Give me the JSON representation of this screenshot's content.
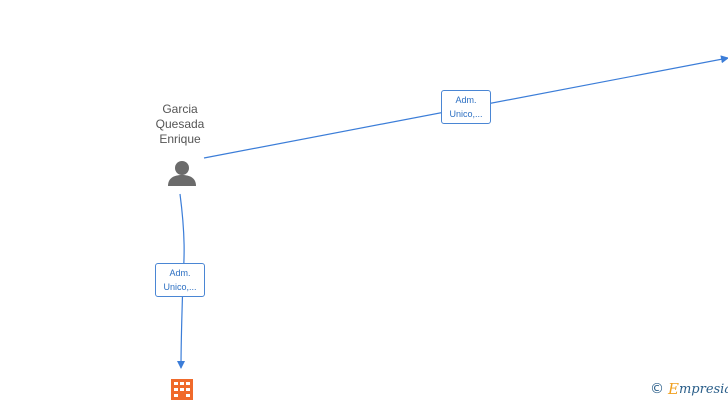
{
  "nodes": {
    "person": {
      "name_lines": [
        "Garcia",
        "Quesada",
        "Enrique"
      ],
      "icon": "person-icon"
    },
    "company": {
      "icon": "building-icon"
    }
  },
  "edges": [
    {
      "from": "person",
      "to": "offscreen-right",
      "label_lines": [
        "Adm.",
        "Unico,..."
      ]
    },
    {
      "from": "person",
      "to": "company",
      "label_lines": [
        "Adm.",
        "Unico,..."
      ]
    }
  ],
  "colors": {
    "edge": "#3b7dd8",
    "person_icon": "#6b6b6b",
    "company_icon": "#f06a2b",
    "label_text": "#2c6fc2"
  },
  "watermark": {
    "symbol": "©",
    "initial": "E",
    "rest": "mpresia"
  }
}
